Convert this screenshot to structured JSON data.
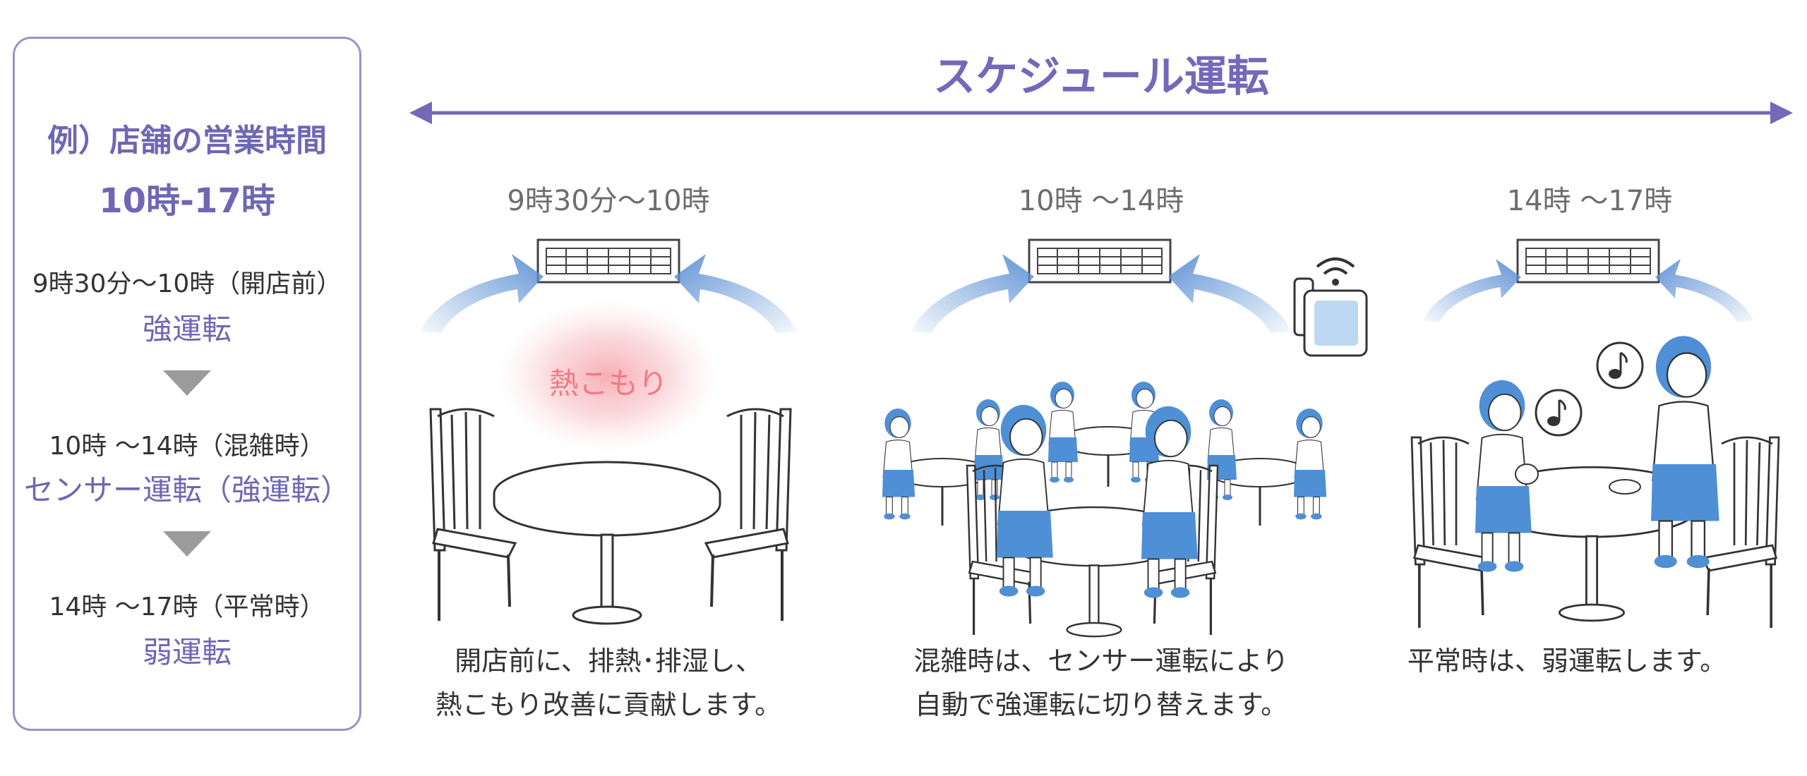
{
  "sidebar": {
    "title_line1": "例）店舗の営業時間",
    "title_line2": "10時-17時",
    "steps": [
      {
        "time": "9時30分～10時（開店前）",
        "mode": "強運転"
      },
      {
        "time": "10時 ～14時（混雑時）",
        "mode": "センサー運転（強運転）"
      },
      {
        "time": "14時 ～17時（平常時）",
        "mode": "弱運転"
      }
    ]
  },
  "schedule": {
    "title": "スケジュール運転",
    "periods": [
      {
        "time": "9時30分～10時",
        "caption_line1": "開店前に、排熱･排湿し、",
        "caption_line2": "熱こもり改善に貢献します。",
        "heat_label": "熱こもり"
      },
      {
        "time": "10時 ～14時",
        "caption_line1": "混雑時は、センサー運転により",
        "caption_line2": "自動で強運転に切り替えます。"
      },
      {
        "time": "14時 ～17時",
        "caption_line1": "平常時は、弱運転します。",
        "caption_line2": ""
      }
    ]
  },
  "colors": {
    "accent_purple": "#6f67b4",
    "frame_purple": "#9a91cc",
    "airflow_blue": "#5b8fd4",
    "person_blue": "#4f8fd6",
    "heat_red": "#f07a86",
    "arrow_grey": "#9b9b9b"
  },
  "icons": [
    "ceiling-ac-unit-icon",
    "airflow-arrow-icon",
    "wifi-sensor-icon",
    "music-note-icon"
  ]
}
